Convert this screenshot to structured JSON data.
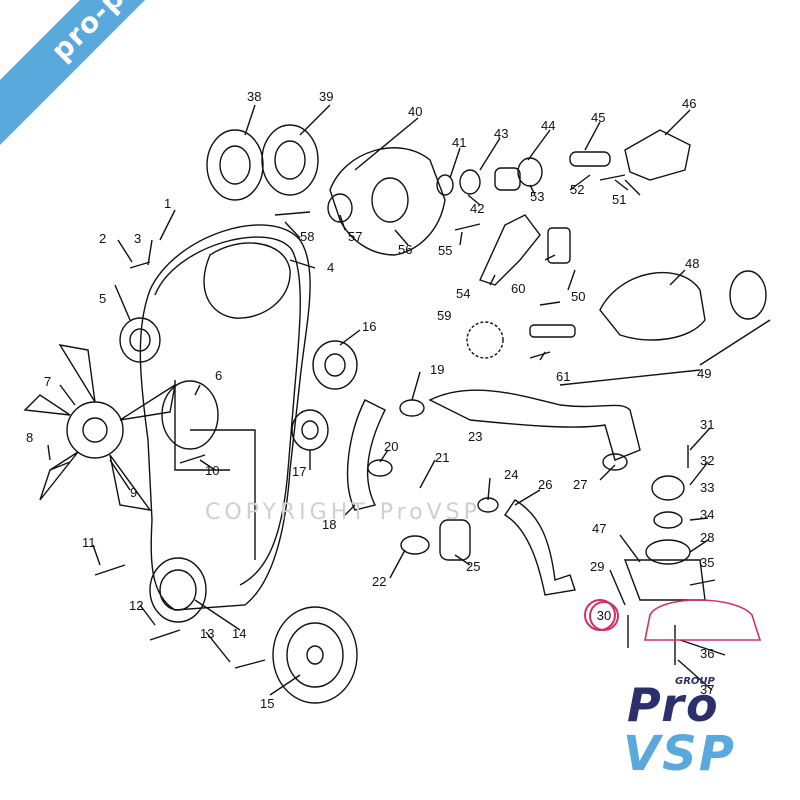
{
  "banner": {
    "text": "pro-piece-vsp.com",
    "color": "#5aa9dc"
  },
  "watermark": {
    "text": "COPYRIGHT ProVSP"
  },
  "logo": {
    "group": "GROUP",
    "line1": "Pro",
    "line2": "VSP",
    "colors": {
      "dark": "#2b2f6b",
      "light": "#5aa9dc",
      "accent": "#d0306a"
    }
  },
  "highlight": {
    "part": "30",
    "color": "#d0306a"
  },
  "callouts": [
    "1",
    "2",
    "3",
    "4",
    "5",
    "6",
    "7",
    "8",
    "9",
    "10",
    "11",
    "12",
    "13",
    "14",
    "15",
    "16",
    "17",
    "18",
    "19",
    "20",
    "21",
    "22",
    "23",
    "24",
    "25",
    "26",
    "27",
    "28",
    "29",
    "30",
    "31",
    "32",
    "33",
    "34",
    "35",
    "36",
    "37",
    "38",
    "39",
    "40",
    "41",
    "42",
    "43",
    "44",
    "45",
    "46",
    "47",
    "48",
    "49",
    "50",
    "51",
    "52",
    "53",
    "54",
    "55",
    "56",
    "57",
    "58",
    "59",
    "60",
    "61"
  ]
}
